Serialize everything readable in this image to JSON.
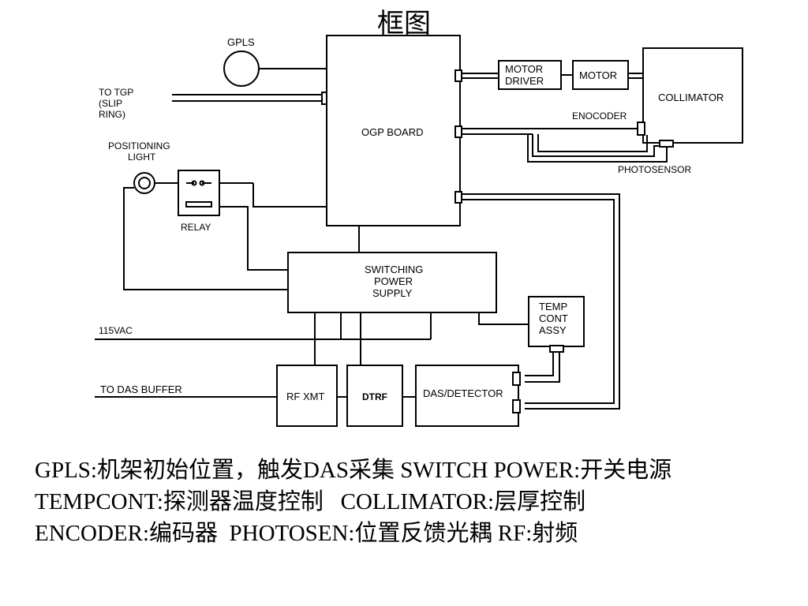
{
  "title": "框图",
  "blocks": {
    "gpls": "GPLS",
    "to_tgp": [
      "TO TGP",
      "(SLIP",
      "RING)"
    ],
    "positioning_light": [
      "POSITIONING",
      "LIGHT"
    ],
    "relay": "RELAY",
    "ogp_board": "OGP BOARD",
    "motor_driver": [
      "MOTOR",
      "DRIVER"
    ],
    "motor": "MOTOR",
    "collimator": "COLLIMATOR",
    "encoder": "ENOCODER",
    "photosensor": "PHOTOSENSOR",
    "switching_power_supply": [
      "SWITCHING",
      "POWER",
      "SUPPLY"
    ],
    "temp_cont_assy": [
      "TEMP",
      "CONT",
      "ASSY"
    ],
    "vac": "115VAC",
    "to_das_buffer": "TO DAS BUFFER",
    "rf_xmt": "RF XMT",
    "dtrf": "DTRF",
    "das_detector": "DAS/DETECTOR"
  },
  "captions": [
    "GPLS:机架初始位置，触发DAS采集 SWITCH POWER:开关电源",
    "TEMPCONT:探测器温度控制   COLLIMATOR:层厚控制",
    "ENCODER:编码器  PHOTOSEN:位置反馈光耦 RF:射频"
  ]
}
